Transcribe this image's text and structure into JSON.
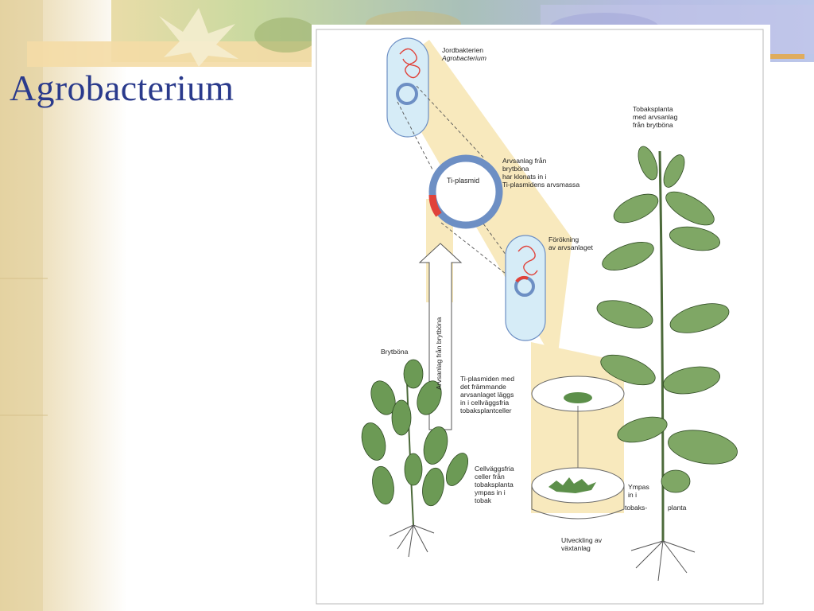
{
  "slide": {
    "title": "Agrobacterium",
    "colors": {
      "title": "#2a3a8c",
      "frame_bg": "#ffffff",
      "beam": "#f8e9bd",
      "plasmid_blue": "#6d8fc4",
      "insert_red": "#e0423a",
      "cell_fill": "#d6ecf7"
    }
  },
  "diagram": {
    "labels": {
      "jordbakterien": "Jordbakterien",
      "agrobacterium_italic": "Agrobacterium",
      "tobaksplanta_top": "Tobaksplanta\nmed arvsanlag\nfrån brytböna",
      "arvsanlag_klonats": "Arvsanlag från\nbrytböna\nhar klonats in i\nTi-plasmidens arvsmassa",
      "ti_plasmid": "Ti-plasmid",
      "forokning": "Förökning\nav arvsanlaget",
      "arrow_vertical": "Arvsanlag från brytböna",
      "brytbona": "Brytböna",
      "ti_plasmiden_med": "Ti-plasmiden med\ndet främmande\narvsanlaget läggs\nin i cellväggsfria\ntobaksplantceller",
      "cellvaggsfria": "Cellväggsfria\nceller från\ntobaksplanta\nympas in i\ntobak",
      "ympas_in_i": "Ympas\nin i",
      "tobaks": "tobaks-",
      "planta": "planta",
      "utveckling": "Utveckling av\nväxtanlag"
    }
  }
}
